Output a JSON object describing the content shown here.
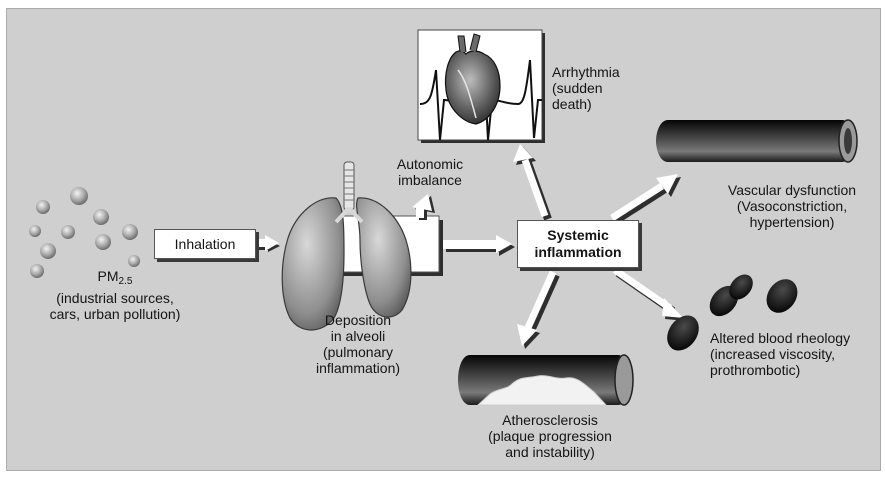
{
  "colors": {
    "panel": "#cfcfcf",
    "arrow": "#ffffff",
    "arrow_shadow": "#2e2e2e",
    "vessel_dark": "#1f1f1f"
  },
  "icons": [
    "particle-icon",
    "lungs-icon",
    "heart-ecg-icon",
    "blood-vessel-icon",
    "red-blood-cell-icon",
    "plaque-vessel-icon"
  ],
  "pm": {
    "symbol": "PM",
    "subscript": "2.5",
    "line1": "(industrial sources,",
    "line2": "cars, urban pollution)"
  },
  "inhalation": "Inhalation",
  "deposition": {
    "l1": "Deposition",
    "l2": "in alveoli",
    "l3": "(pulmonary",
    "l4": "inflammation)"
  },
  "autonomic": {
    "l1": "Autonomic",
    "l2": "imbalance"
  },
  "arrhythmia": {
    "l1": "Arrhythmia",
    "l2": "(sudden",
    "l3": "death)"
  },
  "systemic": {
    "l1": "Systemic",
    "l2": "inflammation"
  },
  "vascular": {
    "l1": "Vascular dysfunction",
    "l2": "(Vasoconstriction,",
    "l3": "hypertension)"
  },
  "rheology": {
    "l1": "Altered blood rheology",
    "l2": "(increased viscosity,",
    "l3": "prothrombotic)"
  },
  "athero": {
    "l1": "Atherosclerosis",
    "l2": "(plaque progression",
    "l3": "and instability)"
  }
}
